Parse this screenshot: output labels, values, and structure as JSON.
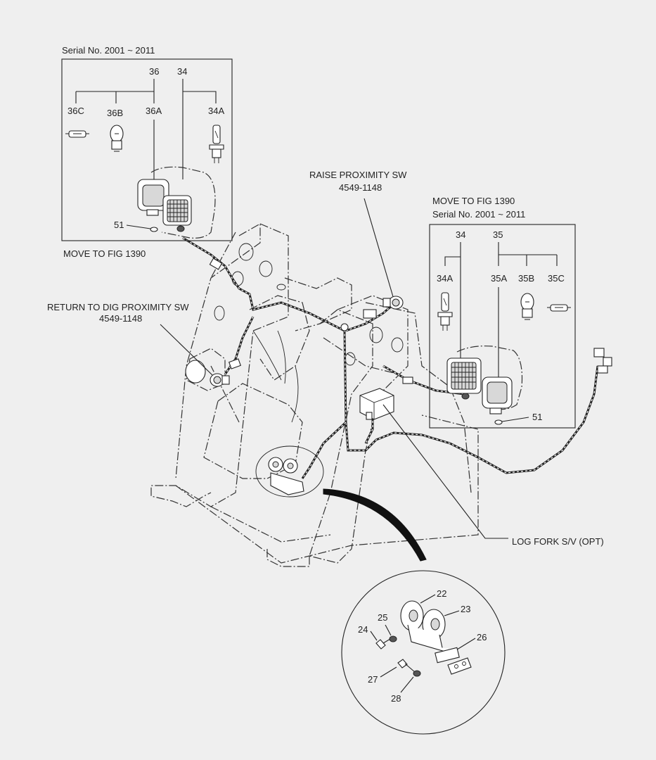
{
  "lamp_left": {
    "serial": "Serial No. 2001 ~ 2011",
    "move_to": "MOVE TO FIG 1390",
    "labels": {
      "p36": "36",
      "p34": "34",
      "p36c": "36C",
      "p36b": "36B",
      "p36a": "36A",
      "p34a": "34A",
      "p51": "51"
    }
  },
  "lamp_right": {
    "move_to": "MOVE TO FIG 1390",
    "serial": "Serial No. 2001 ~ 2011",
    "labels": {
      "p34": "34",
      "p35": "35",
      "p34a": "34A",
      "p35a": "35A",
      "p35b": "35B",
      "p35c": "35C",
      "p51": "51"
    }
  },
  "raise_sw": {
    "name": "RAISE PROXIMITY SW",
    "part": "4549-1148"
  },
  "dig_sw": {
    "name": "RETURN TO DIG PROXIMITY SW",
    "part": "4549-1148"
  },
  "log_fork": {
    "name": "LOG FORK S/V (OPT)"
  },
  "detail": {
    "labels": {
      "p22": "22",
      "p23": "23",
      "p24": "24",
      "p25": "25",
      "p26": "26",
      "p27": "27",
      "p28": "28"
    }
  }
}
